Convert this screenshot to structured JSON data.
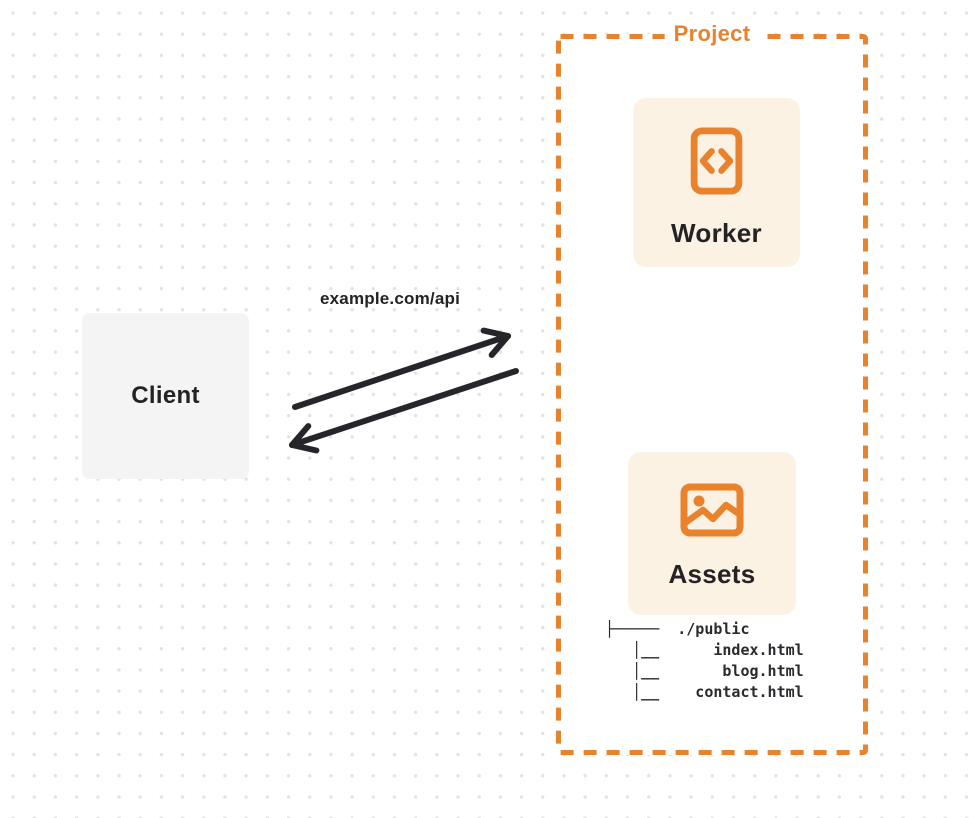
{
  "canvas": {
    "background": "#ffffff",
    "dot_color": "#e3e3e4",
    "accent_orange": "#e9822d",
    "card_cream": "#fcf2e4",
    "client_gray": "#f4f4f5",
    "ink": "#232326"
  },
  "client": {
    "label": "Client"
  },
  "request": {
    "label": "example.com/api"
  },
  "arrows": {
    "request_direction": "client-to-project",
    "response_direction": "project-to-client",
    "color": "#26262a"
  },
  "project": {
    "title": "Project",
    "worker": {
      "label": "Worker",
      "icon": "code-document-icon"
    },
    "assets": {
      "label": "Assets",
      "icon": "image-icon",
      "file_tree": [
        "├─────  ./public",
        "   │__      index.html",
        "   │__       blog.html",
        "   │__    contact.html"
      ]
    }
  }
}
